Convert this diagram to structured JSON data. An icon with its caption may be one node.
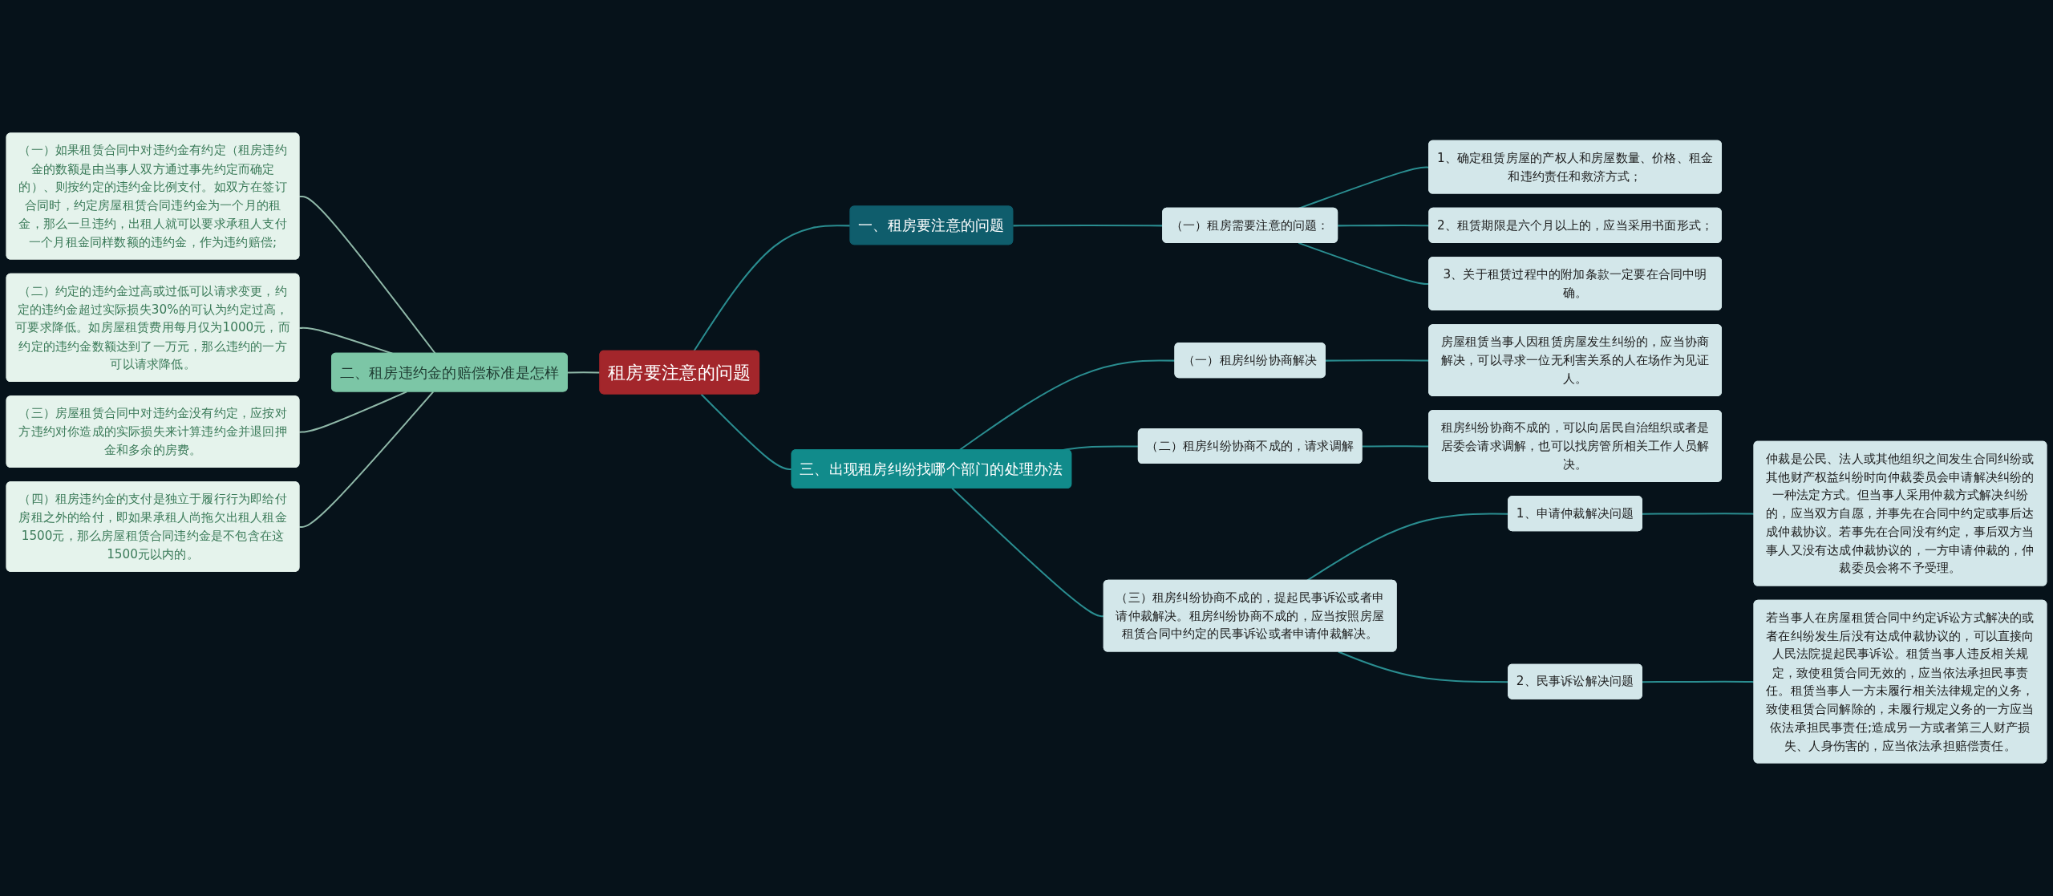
{
  "diagram": {
    "nodes": [
      {
        "text": [
          "租房要注意的问题"
        ]
      },
      {
        "text": [
          "一、租房要注意的问题"
        ]
      },
      {
        "text": [
          "（一）租房需要注意的问题："
        ]
      },
      {
        "text": [
          "1、确定租赁房屋的产权人和房屋数量、价格、租金和违约责任和救济方式；"
        ]
      },
      {
        "text": [
          "2、租赁期限是六个月以上的，应当采用书面形式；"
        ]
      },
      {
        "text": [
          "3、关于租赁过程中的附加条款一定要在合同中明确。"
        ]
      },
      {
        "text": [
          "三、出现租房纠纷找哪个部门的处理办法"
        ]
      },
      {
        "text": [
          "（一）租房纠纷协商解决"
        ]
      },
      {
        "text": [
          "房屋租赁当事人因租赁房屋发生纠纷的，应当协商解决，可以寻求一位无利害关系的人在场作为见证人。"
        ]
      },
      {
        "text": [
          "（二）租房纠纷协商不成的，请求调解"
        ]
      },
      {
        "text": [
          "租房纠纷协商不成的，可以向居民自治组织或者是居委会请求调解，也可以找房管所相关工作人员解决。"
        ]
      },
      {
        "text": [
          "（三）租房纠纷协商不成的，提起民事诉讼或者申请仲裁解决。租房纠纷协商不成的，应当按照房屋租赁合同中约定的民事诉讼或者申请仲裁解决。"
        ]
      },
      {
        "text": [
          "1、申请仲裁解决问题"
        ]
      },
      {
        "text": [
          "仲裁是公民、法人或其他组织之间发生合同纠纷或其他财产权益纠纷时向仲裁委员会申请解决纠纷的一种法定方式。但当事人采用仲裁方式解决纠纷的，应当双方自愿，并事先在合同中约定或事后达成仲裁协议。若事先在合同没有约定，事后双方当事人又没有达成仲裁协议的，一方申请仲裁的，仲裁委员会将不予受理。"
        ]
      },
      {
        "text": [
          "2、民事诉讼解决问题"
        ]
      },
      {
        "text": [
          "若当事人在房屋租赁合同中约定诉讼方式解决的或者在纠纷发生后没有达成仲裁协议的，可以直接向人民法院提起民事诉讼。租赁当事人违反相关规定，致使租赁合同无效的，应当依法承担民事责任。租赁当事人一方未履行相关法律规定的义务，致使租赁合同解除的，未履行规定义务的一方应当依法承担民事责任;造成另一方或者第三人财产损失、人身伤害的，应当依法承担赔偿责任。"
        ]
      },
      {
        "text": [
          "二、租房违约金的赔偿标准是怎样"
        ]
      },
      {
        "text": [
          "（一）如果租赁合同中对违约金有约定（租房违约金的数额是由当事人双方通过事先约定而确定的）、则按约定的违约金比例支付。如双方在签订合同时，约定房屋租赁合同违约金为一个月的租金，那么一旦违约，出租人就可以要求承租人支付一个月租金同样数额的违约金，作为违约赔偿;"
        ]
      },
      {
        "text": [
          "（二）约定的违约金过高或过低可以请求变更，约定的违约金超过实际损失30%的可认为约定过高，可要求降低。如房屋租赁费用每月仅为1000元，而约定的违约金数额达到了一万元，那么违约的一方可以请求降低。"
        ]
      },
      {
        "text": [
          "（三）房屋租赁合同中对违约金没有约定，应按对方违约对你造成的实际损失来计算违约金并退回押金和多余的房费。"
        ]
      },
      {
        "text": [
          "（四）租房违约金的支付是独立于履行行为即给付房租之外的给付，即如果承租人尚拖欠出租人租金1500元，那么房屋租赁合同违约金是不包含在这1500元以内的。"
        ]
      }
    ],
    "edges": [
      {
        "from": 0,
        "to": 1,
        "arrow": "none"
      },
      {
        "from": 1,
        "to": 2,
        "arrow": "none"
      },
      {
        "from": 2,
        "to": 3,
        "arrow": "none"
      },
      {
        "from": 2,
        "to": 4,
        "arrow": "none"
      },
      {
        "from": 2,
        "to": 5,
        "arrow": "none"
      },
      {
        "from": 0,
        "to": 6,
        "arrow": "none"
      },
      {
        "from": 6,
        "to": 7,
        "arrow": "none"
      },
      {
        "from": 7,
        "to": 8,
        "arrow": "none"
      },
      {
        "from": 6,
        "to": 9,
        "arrow": "none"
      },
      {
        "from": 9,
        "to": 10,
        "arrow": "none"
      },
      {
        "from": 6,
        "to": 11,
        "arrow": "none"
      },
      {
        "from": 11,
        "to": 12,
        "arrow": "none"
      },
      {
        "from": 12,
        "to": 13,
        "arrow": "none"
      },
      {
        "from": 11,
        "to": 14,
        "arrow": "none"
      },
      {
        "from": 14,
        "to": 15,
        "arrow": "none"
      },
      {
        "from": 0,
        "to": 16,
        "arrow": "none",
        "color": "#8fb8a8"
      },
      {
        "from": 16,
        "to": 17,
        "arrow": "none",
        "color": "#8fb8a8"
      },
      {
        "from": 16,
        "to": 18,
        "arrow": "none",
        "color": "#8fb8a8"
      },
      {
        "from": 16,
        "to": 19,
        "arrow": "none",
        "color": "#8fb8a8"
      },
      {
        "from": 16,
        "to": 20,
        "arrow": "none",
        "color": "#8fb8a8"
      }
    ]
  }
}
